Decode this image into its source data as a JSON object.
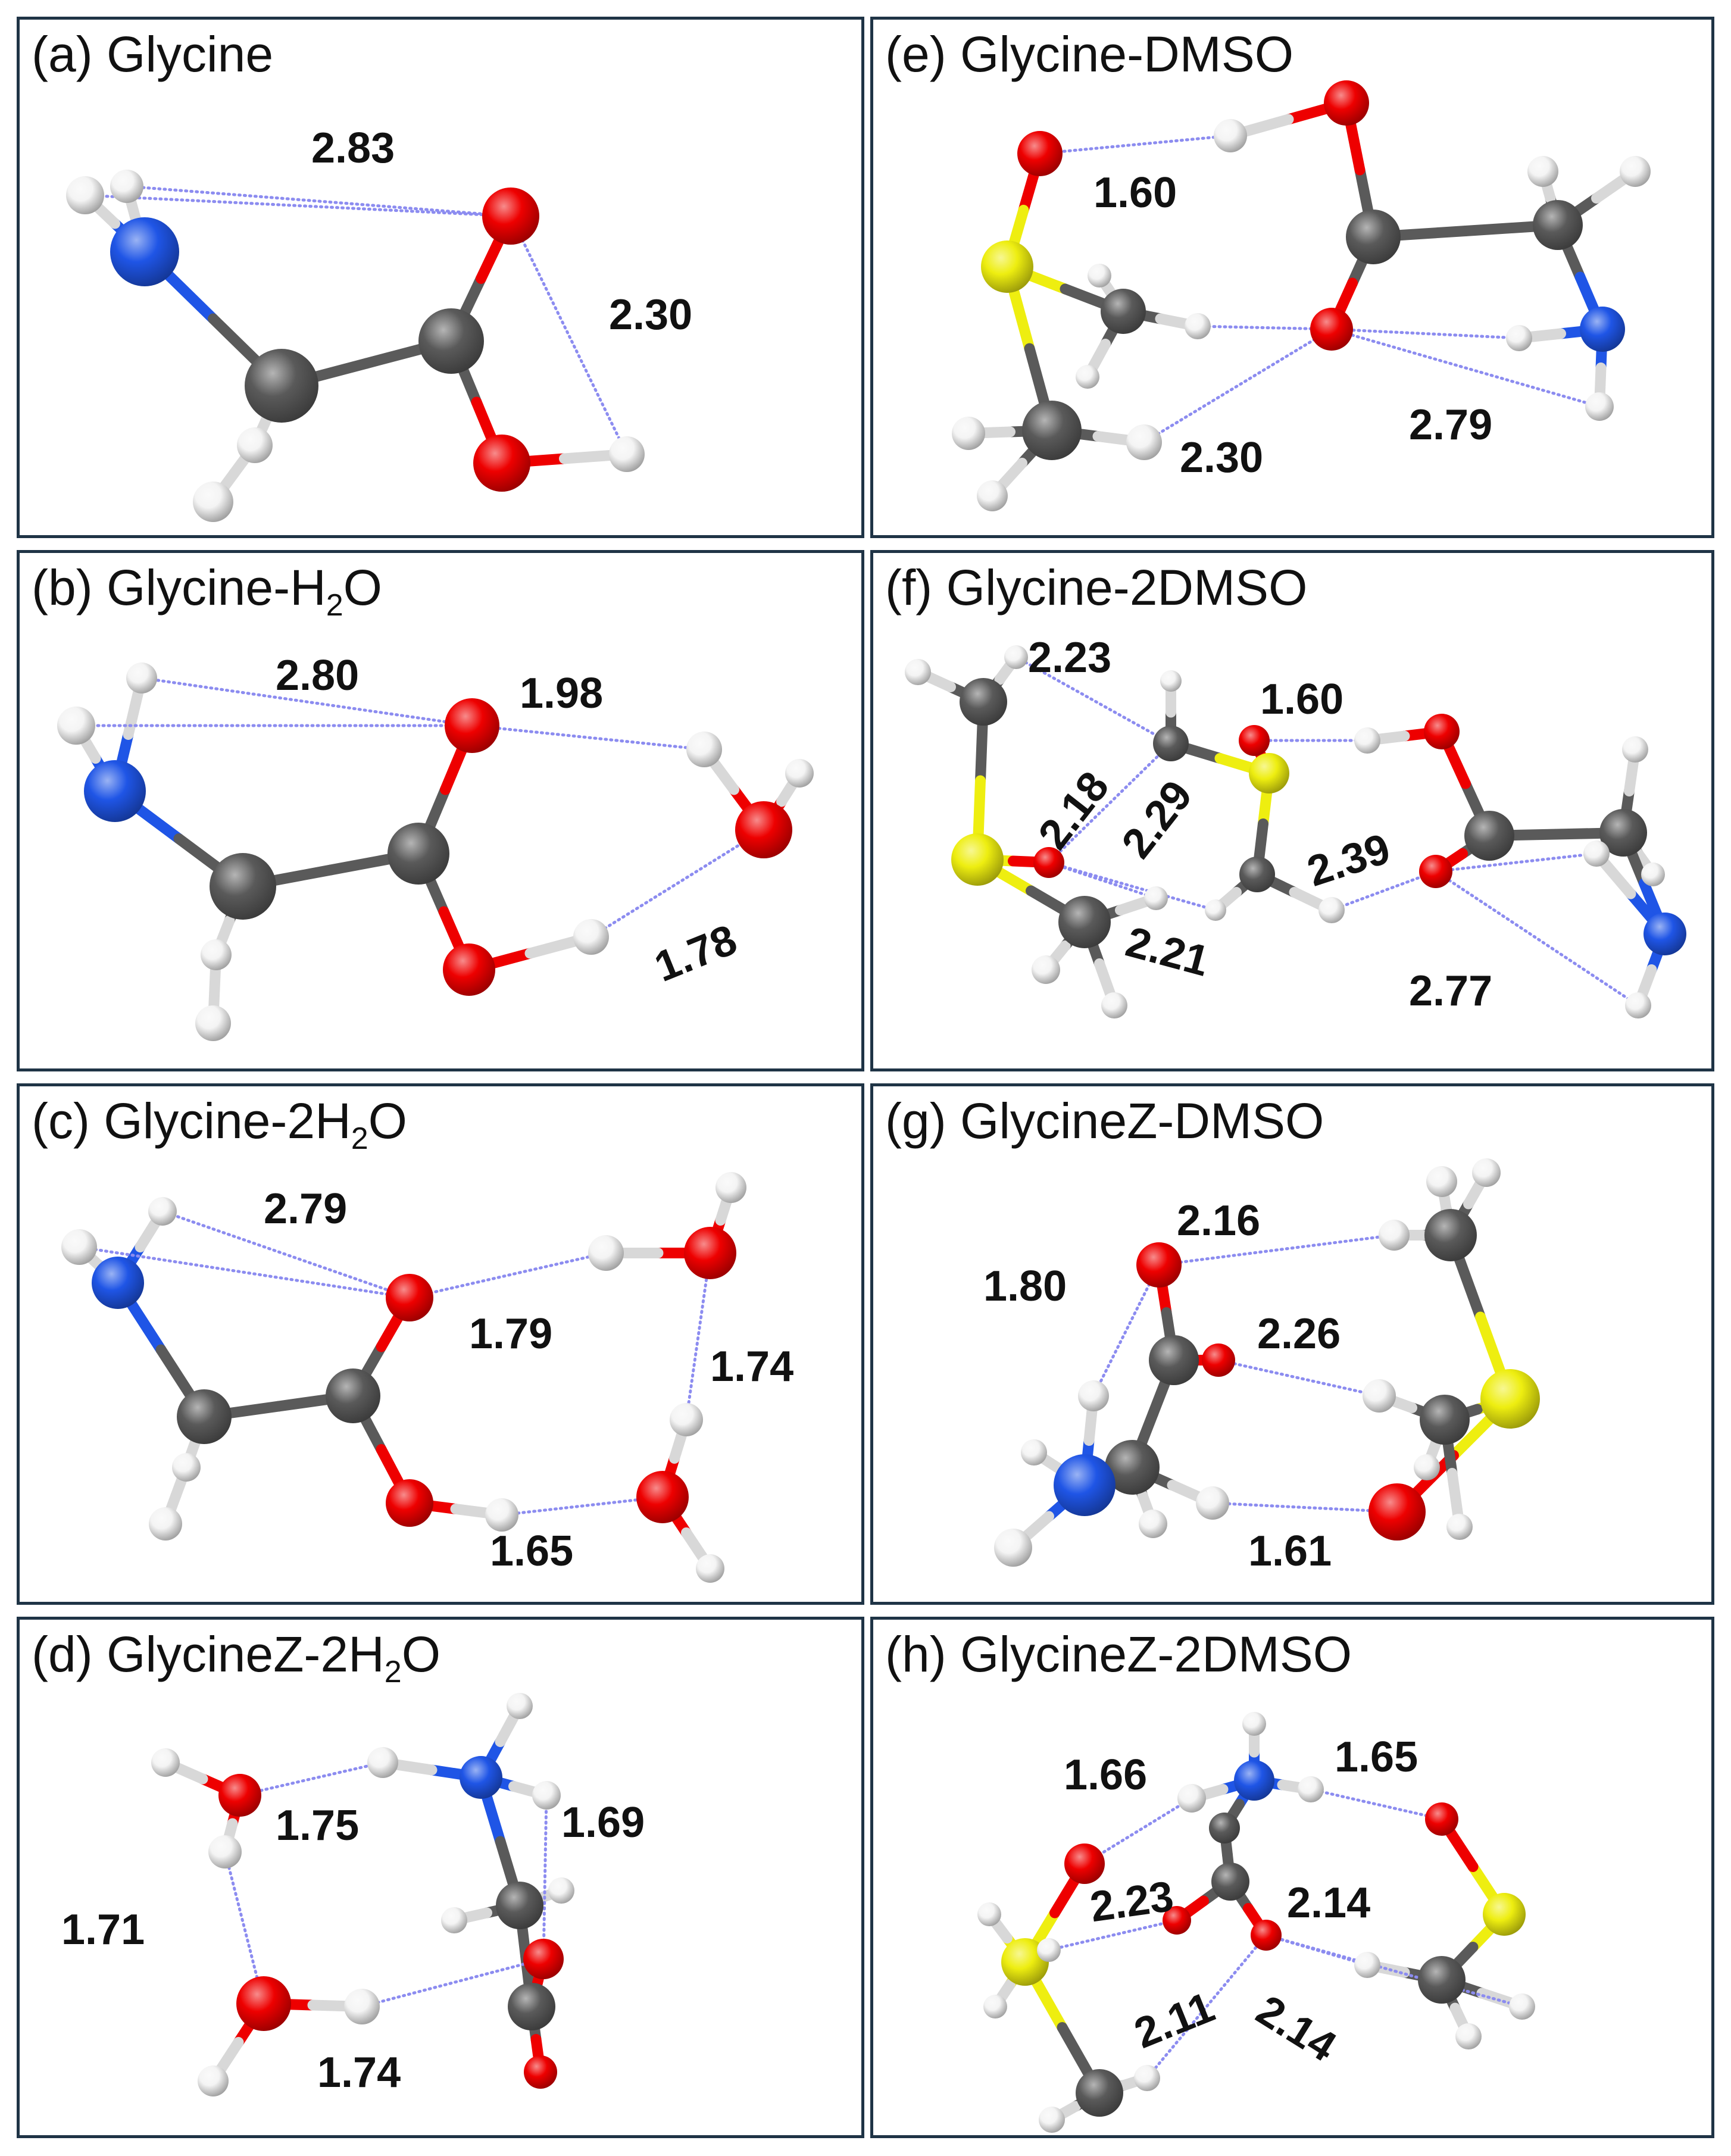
{
  "atom_colors": {
    "C": "#5a5a5a",
    "O": "#ee0000",
    "N": "#1f55e6",
    "S": "#eeee10",
    "H": "#f4f4f4"
  },
  "hbond_color": "#8c8cf0",
  "border_color": "#1f3446",
  "panels": [
    {
      "id": "a",
      "title": {
        "prefix": "(a) Glycine",
        "sub": "",
        "suffix": ""
      },
      "distances": [
        "2.83",
        "2.30"
      ]
    },
    {
      "id": "b",
      "title": {
        "prefix": "(b) Glycine-H",
        "sub": "2",
        "suffix": "O"
      },
      "distances": [
        "2.80",
        "1.98",
        "1.78"
      ]
    },
    {
      "id": "c",
      "title": {
        "prefix": "(c) Glycine-2H",
        "sub": "2",
        "suffix": "O"
      },
      "distances": [
        "2.79",
        "1.79",
        "1.74",
        "1.65"
      ]
    },
    {
      "id": "d",
      "title": {
        "prefix": "(d) GlycineZ-2H",
        "sub": "2",
        "suffix": "O"
      },
      "distances": [
        "1.75",
        "1.69",
        "1.71",
        "1.74"
      ]
    },
    {
      "id": "e",
      "title": {
        "prefix": "(e) Glycine-DMSO",
        "sub": "",
        "suffix": ""
      },
      "distances": [
        "1.60",
        "2.30",
        "2.79"
      ]
    },
    {
      "id": "f",
      "title": {
        "prefix": "(f) Glycine-2DMSO",
        "sub": "",
        "suffix": ""
      },
      "distances": [
        "2.23",
        "1.60",
        "2.18",
        "2.29",
        "2.39",
        "2.21",
        "2.77"
      ]
    },
    {
      "id": "g",
      "title": {
        "prefix": "(g) GlycineZ-DMSO",
        "sub": "",
        "suffix": ""
      },
      "distances": [
        "2.16",
        "1.80",
        "2.26",
        "1.61"
      ]
    },
    {
      "id": "h",
      "title": {
        "prefix": "(h) GlycineZ-2DMSO",
        "sub": "",
        "suffix": ""
      },
      "distances": [
        "1.66",
        "1.65",
        "2.23",
        "2.14",
        "2.11",
        "2.14"
      ]
    }
  ]
}
